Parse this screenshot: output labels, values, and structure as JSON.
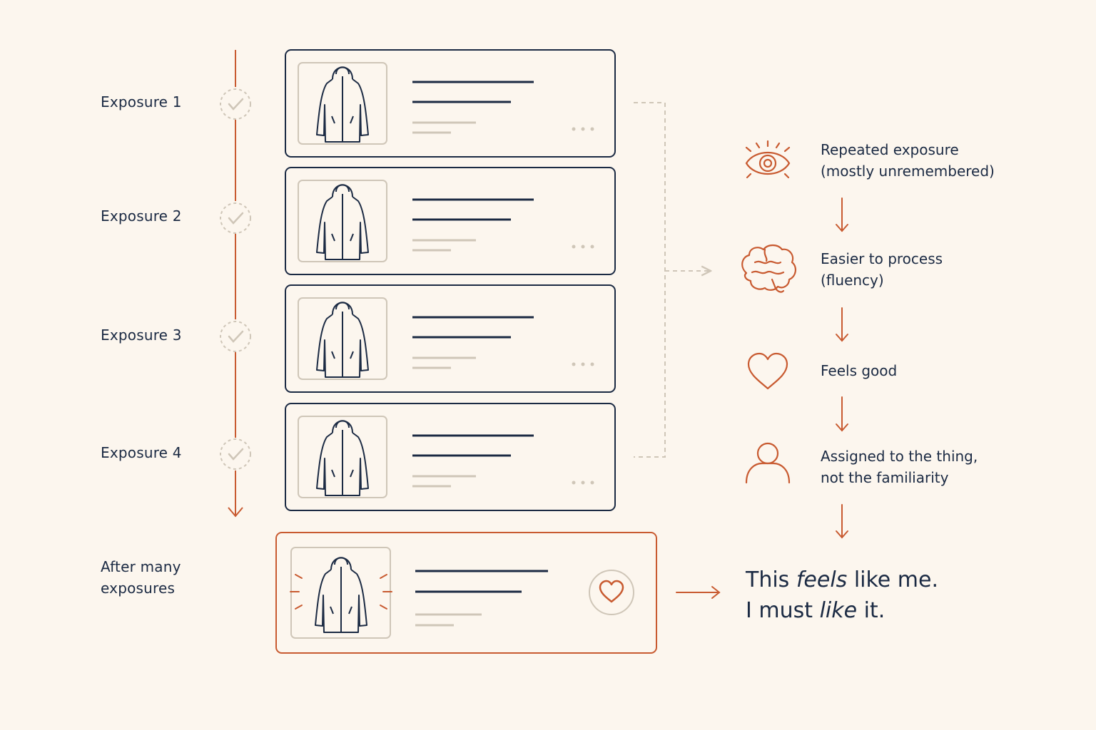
{
  "exposures": [
    {
      "label": "Exposure 1"
    },
    {
      "label": "Exposure 2"
    },
    {
      "label": "Exposure 3"
    },
    {
      "label": "Exposure 4"
    }
  ],
  "final_exposure": {
    "line1": "After many",
    "line2": "exposures"
  },
  "steps": [
    {
      "icon": "eye-icon",
      "line1": "Repeated exposure",
      "line2": "(mostly unremembered)"
    },
    {
      "icon": "brain-icon",
      "line1": "Easier to process",
      "line2": "(fluency)"
    },
    {
      "icon": "heart-icon",
      "line1": "Feels good",
      "line2": ""
    },
    {
      "icon": "person-icon",
      "line1": "Assigned to the thing,",
      "line2": "not the familiarity"
    }
  ],
  "conclusion": {
    "line1_a": "This ",
    "line1_em": "feels",
    "line1_b": " like me.",
    "line2_a": "I must ",
    "line2_em": "like",
    "line2_b": " it."
  },
  "colors": {
    "background": "#fcf6ee",
    "ink": "#1b2a43",
    "accent": "#c85a30",
    "muted": "#cfc6b8"
  }
}
